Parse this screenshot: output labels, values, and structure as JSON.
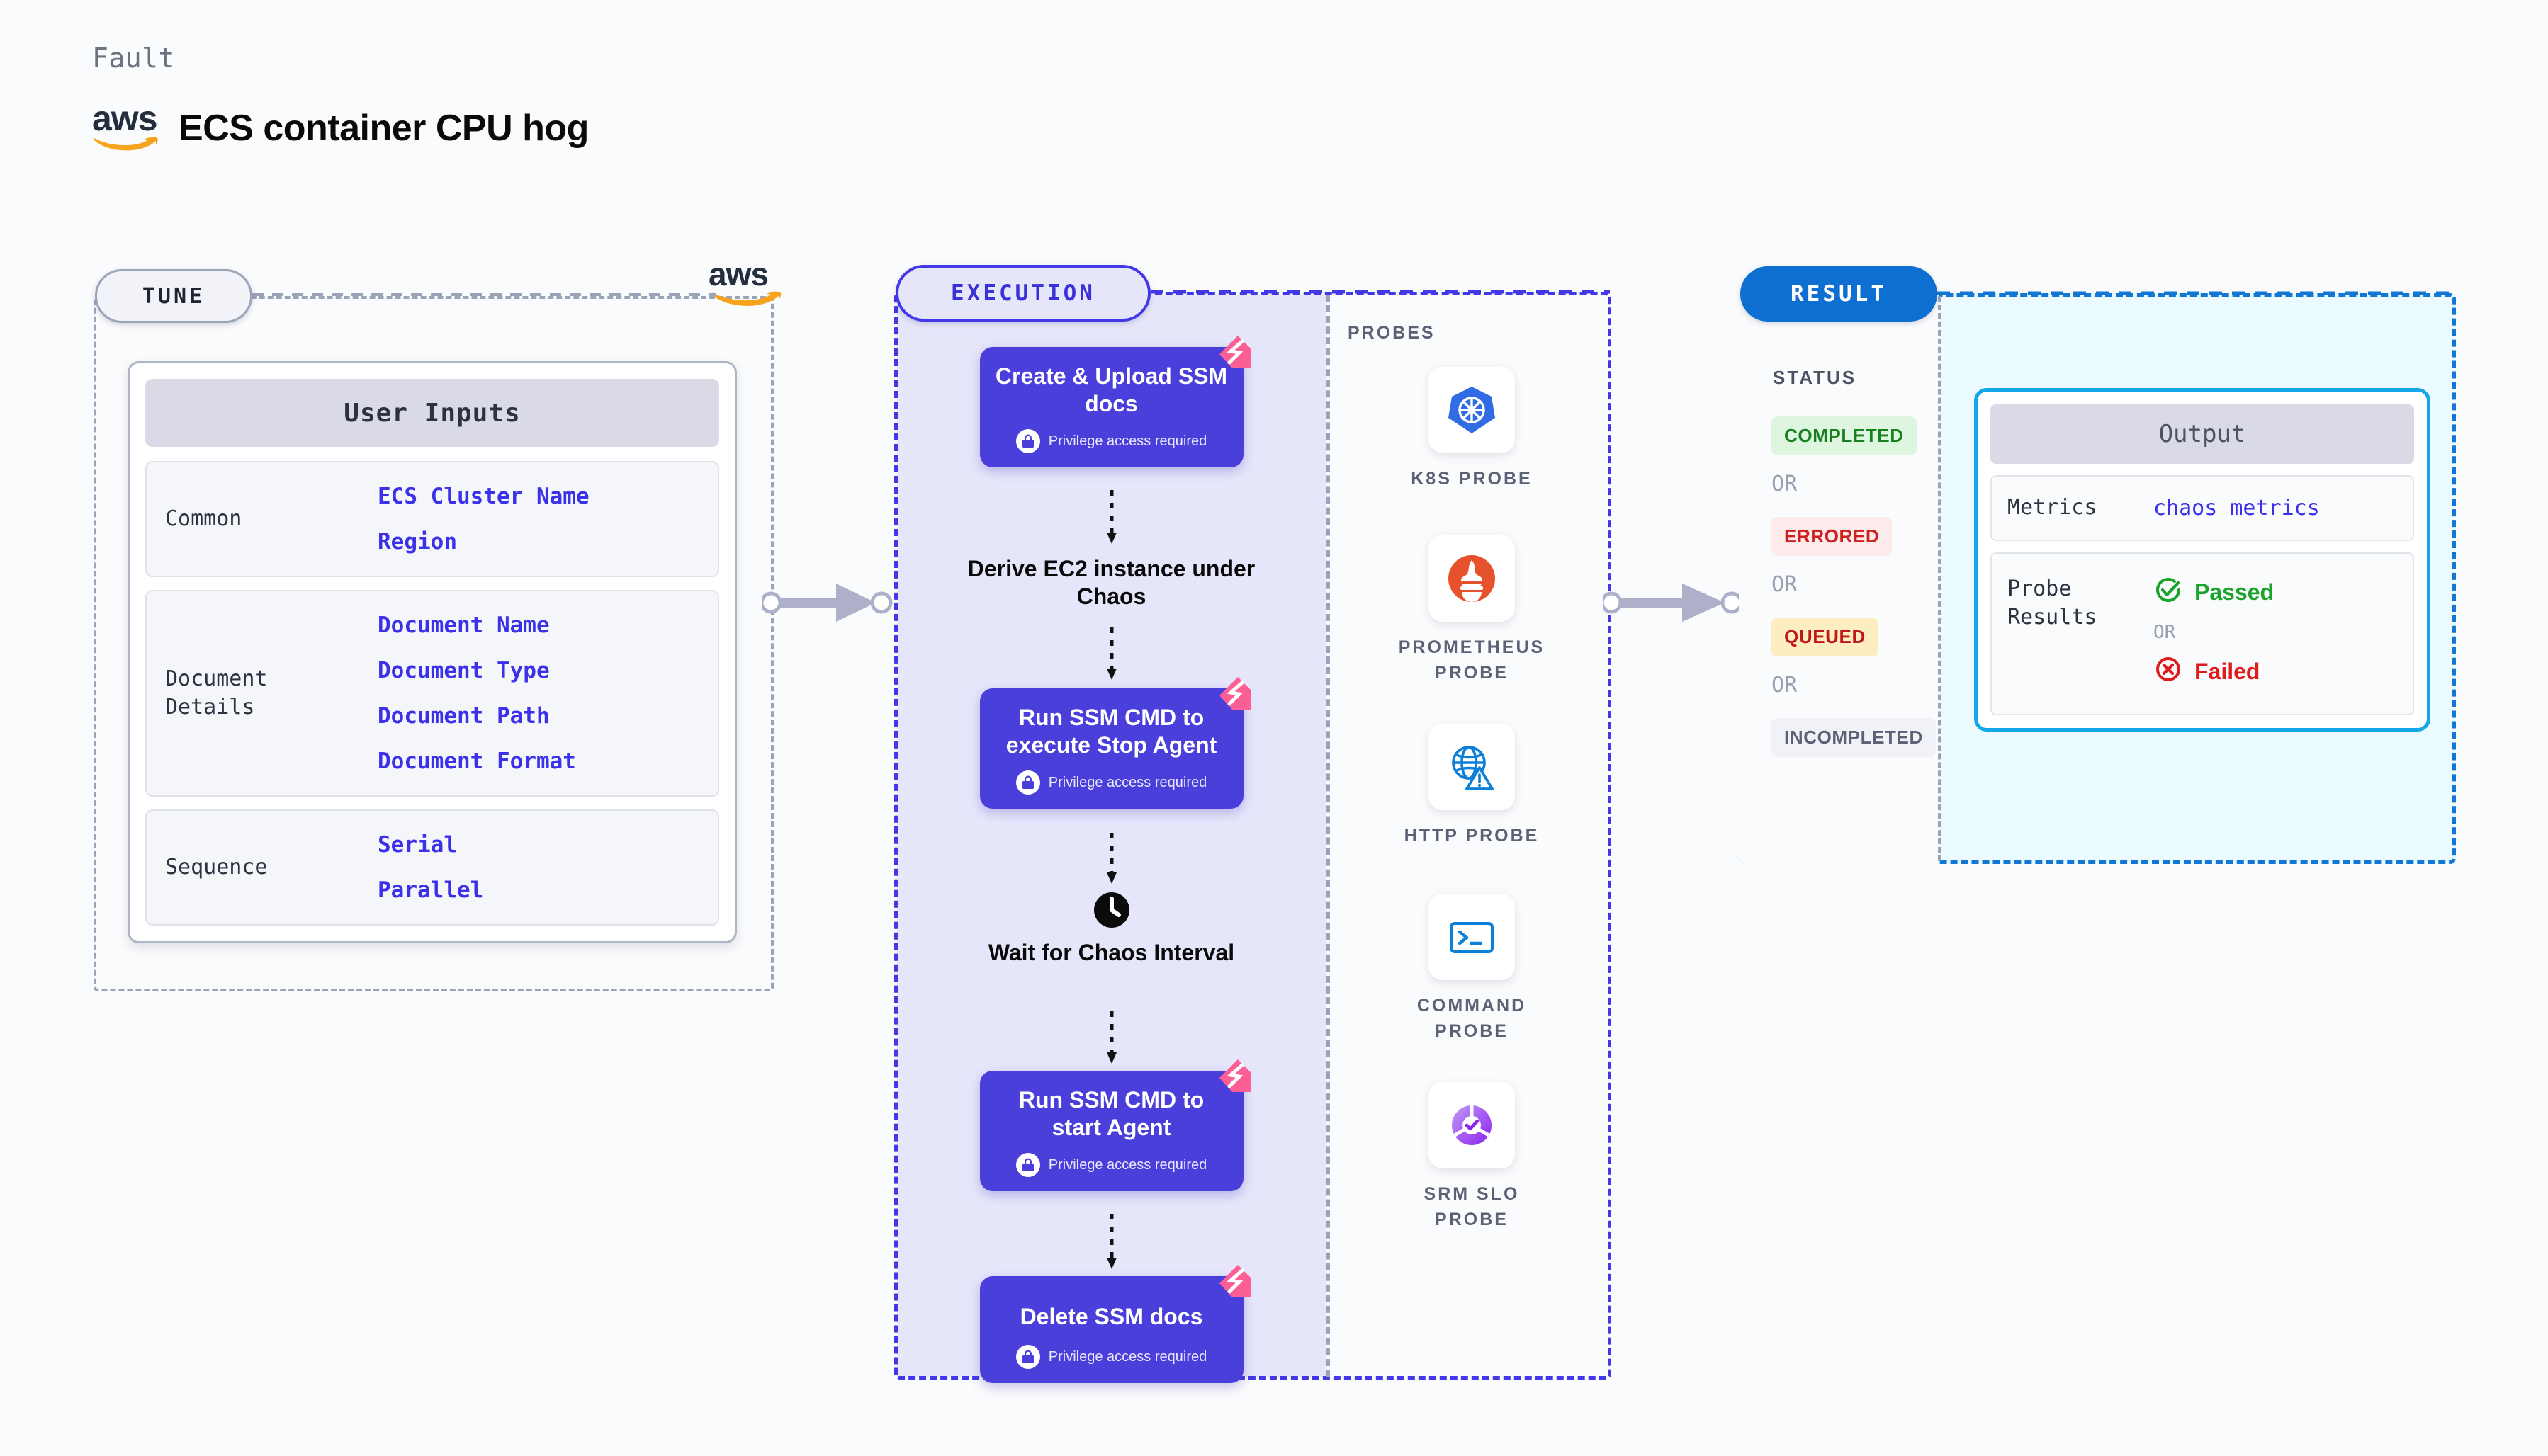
{
  "header": {
    "kicker": "Fault",
    "title": "ECS container CPU hog",
    "brand_icon": "aws-logo",
    "brand_text": "aws"
  },
  "tune": {
    "pill_label": "TUNE",
    "brand_icon": "aws-logo",
    "card": {
      "header": "User Inputs",
      "rows": [
        {
          "key": "Common",
          "values": [
            "ECS Cluster Name",
            "Region"
          ]
        },
        {
          "key": "Document Details",
          "values": [
            "Document Name",
            "Document Type",
            "Document Path",
            "Document Format"
          ]
        },
        {
          "key": "Sequence",
          "values": [
            "Serial",
            "Parallel"
          ]
        }
      ]
    }
  },
  "execution": {
    "pill_label": "EXECUTION",
    "privilege_note": "Privilege access required",
    "steps": [
      {
        "type": "node",
        "label": "Create & Upload SSM docs",
        "privileged": true,
        "chaos_badge": true
      },
      {
        "type": "text",
        "label": "Derive EC2 instance under Chaos"
      },
      {
        "type": "node",
        "label": "Run SSM CMD to execute Stop Agent",
        "privileged": true,
        "chaos_badge": true
      },
      {
        "type": "wait",
        "label": "Wait for Chaos Interval",
        "icon": "clock-icon"
      },
      {
        "type": "node",
        "label": "Run SSM CMD to start Agent",
        "privileged": true,
        "chaos_badge": true
      },
      {
        "type": "node",
        "label": "Delete SSM docs",
        "privileged": true,
        "chaos_badge": true
      }
    ]
  },
  "probes": {
    "label": "PROBES",
    "items": [
      {
        "name": "K8S PROBE",
        "icon": "kubernetes-icon"
      },
      {
        "name": "PROMETHEUS PROBE",
        "icon": "prometheus-icon"
      },
      {
        "name": "HTTP PROBE",
        "icon": "http-globe-icon"
      },
      {
        "name": "COMMAND PROBE",
        "icon": "terminal-icon"
      },
      {
        "name": "SRM SLO PROBE",
        "icon": "srm-slo-icon"
      }
    ]
  },
  "result": {
    "pill_label": "RESULT",
    "status_label": "STATUS",
    "or_label": "OR",
    "statuses": [
      {
        "label": "COMPLETED",
        "color": "#17801f",
        "bg": "#def5e0"
      },
      {
        "label": "ERRORED",
        "color": "#cf2020",
        "bg": "#fdeaea"
      },
      {
        "label": "QUEUED",
        "color": "#c01818",
        "bg": "#fdeec2"
      },
      {
        "label": "INCOMPLETED",
        "color": "#5b6276",
        "bg": "#f1f2f7"
      }
    ],
    "output": {
      "header": "Output",
      "metrics_key": "Metrics",
      "metrics_value": "chaos metrics",
      "probe_results_key": "Probe Results",
      "passed_label": "Passed",
      "failed_label": "Failed",
      "or_label": "OR",
      "passed_icon": "check-circle-icon",
      "failed_icon": "x-circle-icon"
    }
  },
  "connectors": {
    "tune_to_execution": "arrow-right",
    "execution_to_result": "arrow-right"
  },
  "colors": {
    "node_indigo": "#4a3fdb",
    "exec_fill": "#e6e6fb",
    "result_fill": "#eafaff",
    "accent_blue": "#0d6fd1",
    "output_border": "#14a7e8",
    "chaos_pink": "#fc5f96"
  }
}
